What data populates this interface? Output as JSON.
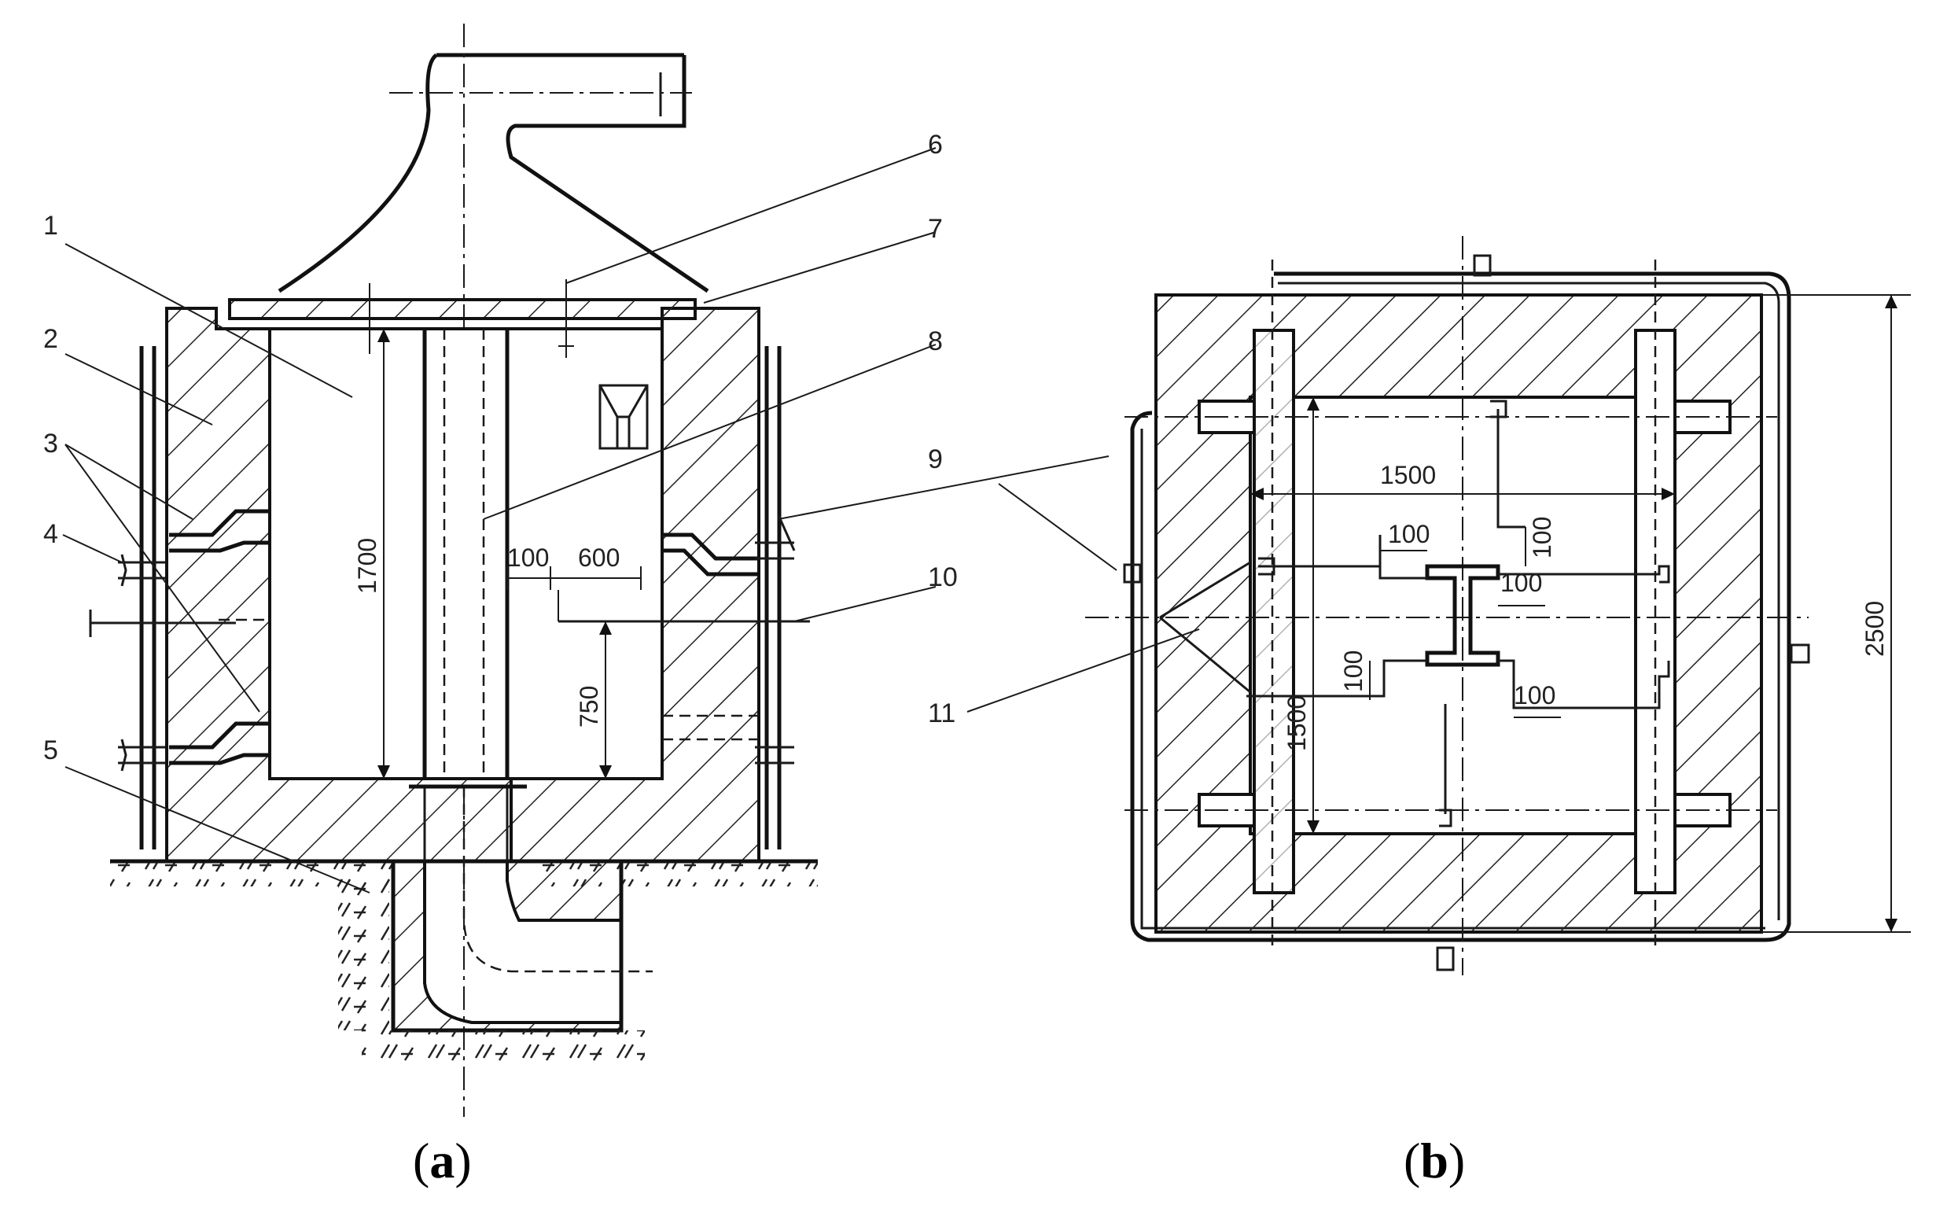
{
  "figure": {
    "panel_a": {
      "caption_open": "(",
      "caption_letter": "a",
      "caption_close": ")",
      "callouts": [
        "1",
        "2",
        "3",
        "4",
        "5",
        "6",
        "7",
        "8",
        "9",
        "10"
      ],
      "dimensions": {
        "height_chamber": "1700",
        "gap": "100",
        "width": "600",
        "height_lower": "750"
      }
    },
    "panel_b": {
      "caption_open": "(",
      "caption_letter": "b",
      "caption_close": ")",
      "callouts": [
        "11"
      ],
      "dimensions": {
        "width_inner": "1500",
        "height_inner": "1500",
        "outer": "2500",
        "d_top": "100",
        "d_top_right": "100",
        "d_mid_right": "100",
        "d_left": "100",
        "d_bottom_right": "100"
      }
    }
  }
}
